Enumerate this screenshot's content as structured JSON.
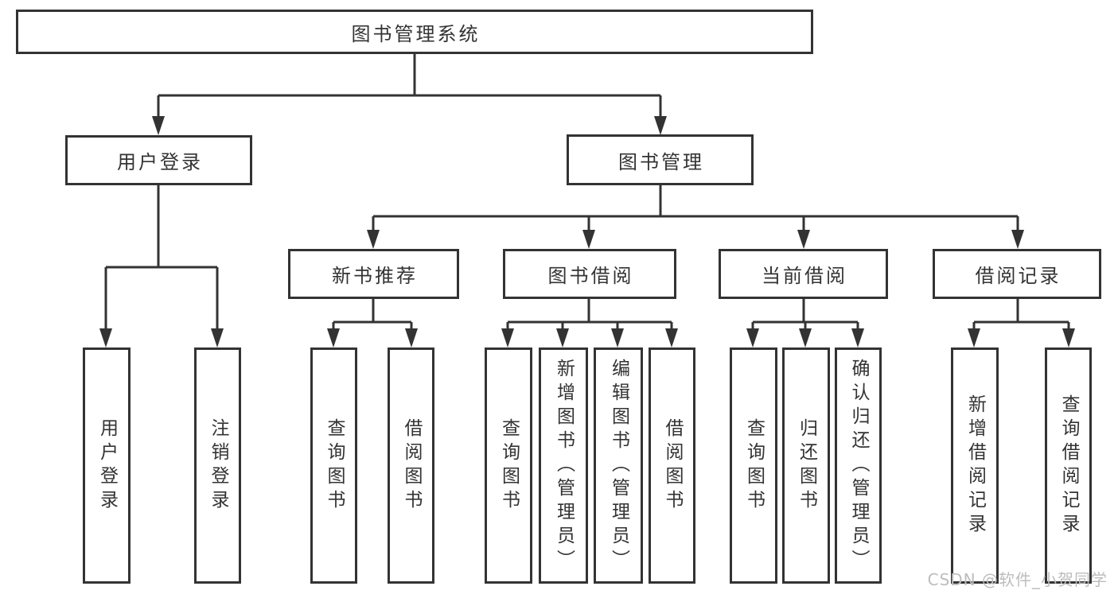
{
  "diagram": {
    "root": {
      "label": "图书管理系统"
    },
    "level2": [
      "用户登录",
      "图书管理"
    ],
    "level3": [
      "新书推荐",
      "图书借阅",
      "当前借阅",
      "借阅记录"
    ],
    "leaves": {
      "login": [
        "用户登录",
        "注销登录"
      ],
      "recommend": [
        "查询图书",
        "借阅图书"
      ],
      "borrow": [
        "查询图书",
        "新增图书（管理员）",
        "编辑图书（管理员）",
        "借阅图书"
      ],
      "current": [
        "查询图书",
        "归还图书",
        "确认归还（管理员）"
      ],
      "records": [
        "新增借阅记录",
        "查询借阅记录"
      ]
    },
    "watermark": "CSDN @软件_小贺同学",
    "colors": {
      "line": "#333333",
      "text": "#333333",
      "background": "#ffffff",
      "watermark": "#bdbdbd"
    }
  }
}
